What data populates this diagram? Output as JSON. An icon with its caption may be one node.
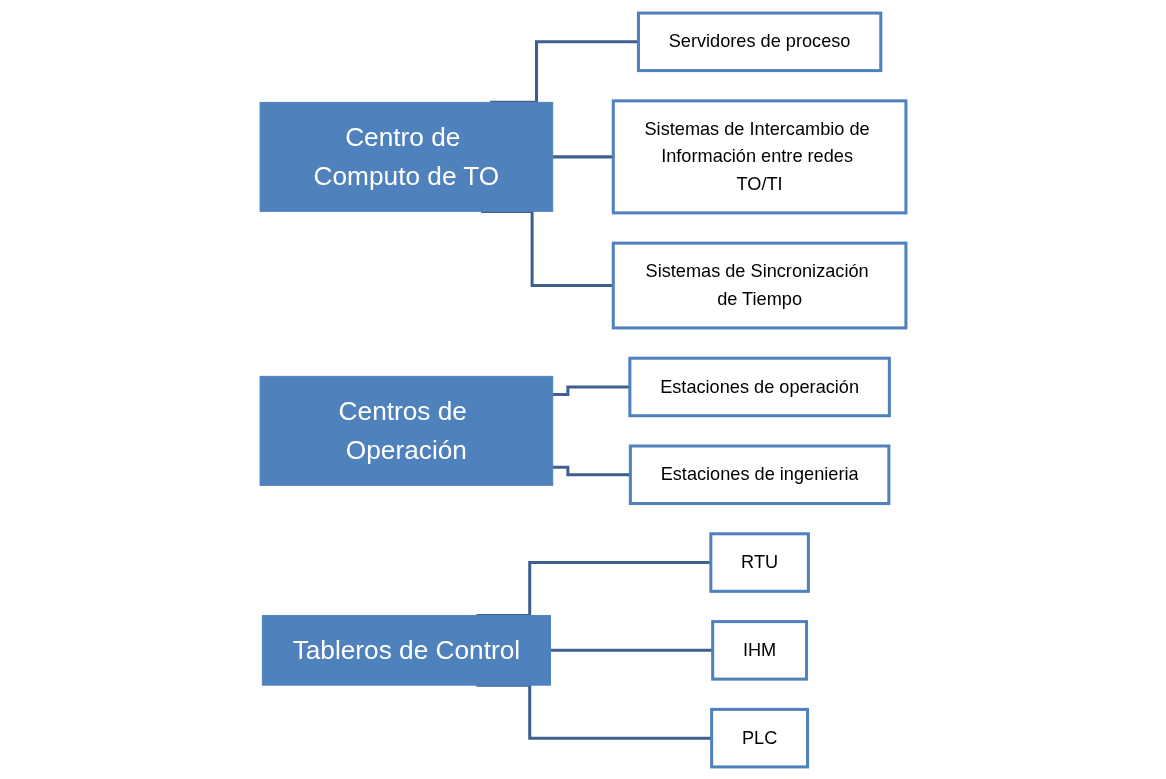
{
  "diagram": {
    "nodes": [
      {
        "text": [
          "Centro de Computo de TO"
        ]
      },
      {
        "text": [
          "Servidores de proceso"
        ]
      },
      {
        "text": [
          "Sistemas de Intercambio de Información entre redes TO/TI"
        ]
      },
      {
        "text": [
          "Sistemas de Sincronización de Tiempo"
        ]
      },
      {
        "text": [
          "Centros de Operación"
        ]
      },
      {
        "text": [
          "Estaciones de operación"
        ]
      },
      {
        "text": [
          "Estaciones de ingenieria"
        ]
      },
      {
        "text": [
          "Tableros de Control"
        ]
      },
      {
        "text": [
          "RTU"
        ]
      },
      {
        "text": [
          "IHM"
        ]
      },
      {
        "text": [
          "PLC"
        ]
      }
    ],
    "edges": [
      {
        "from": 0,
        "to": 1,
        "arrow": "none"
      },
      {
        "from": 0,
        "to": 2,
        "arrow": "none"
      },
      {
        "from": 0,
        "to": 3,
        "arrow": "none"
      },
      {
        "from": 4,
        "to": 5,
        "arrow": "none"
      },
      {
        "from": 4,
        "to": 6,
        "arrow": "none"
      },
      {
        "from": 7,
        "to": 8,
        "arrow": "none"
      },
      {
        "from": 7,
        "to": 9,
        "arrow": "none"
      },
      {
        "from": 7,
        "to": 10,
        "arrow": "none"
      }
    ]
  }
}
